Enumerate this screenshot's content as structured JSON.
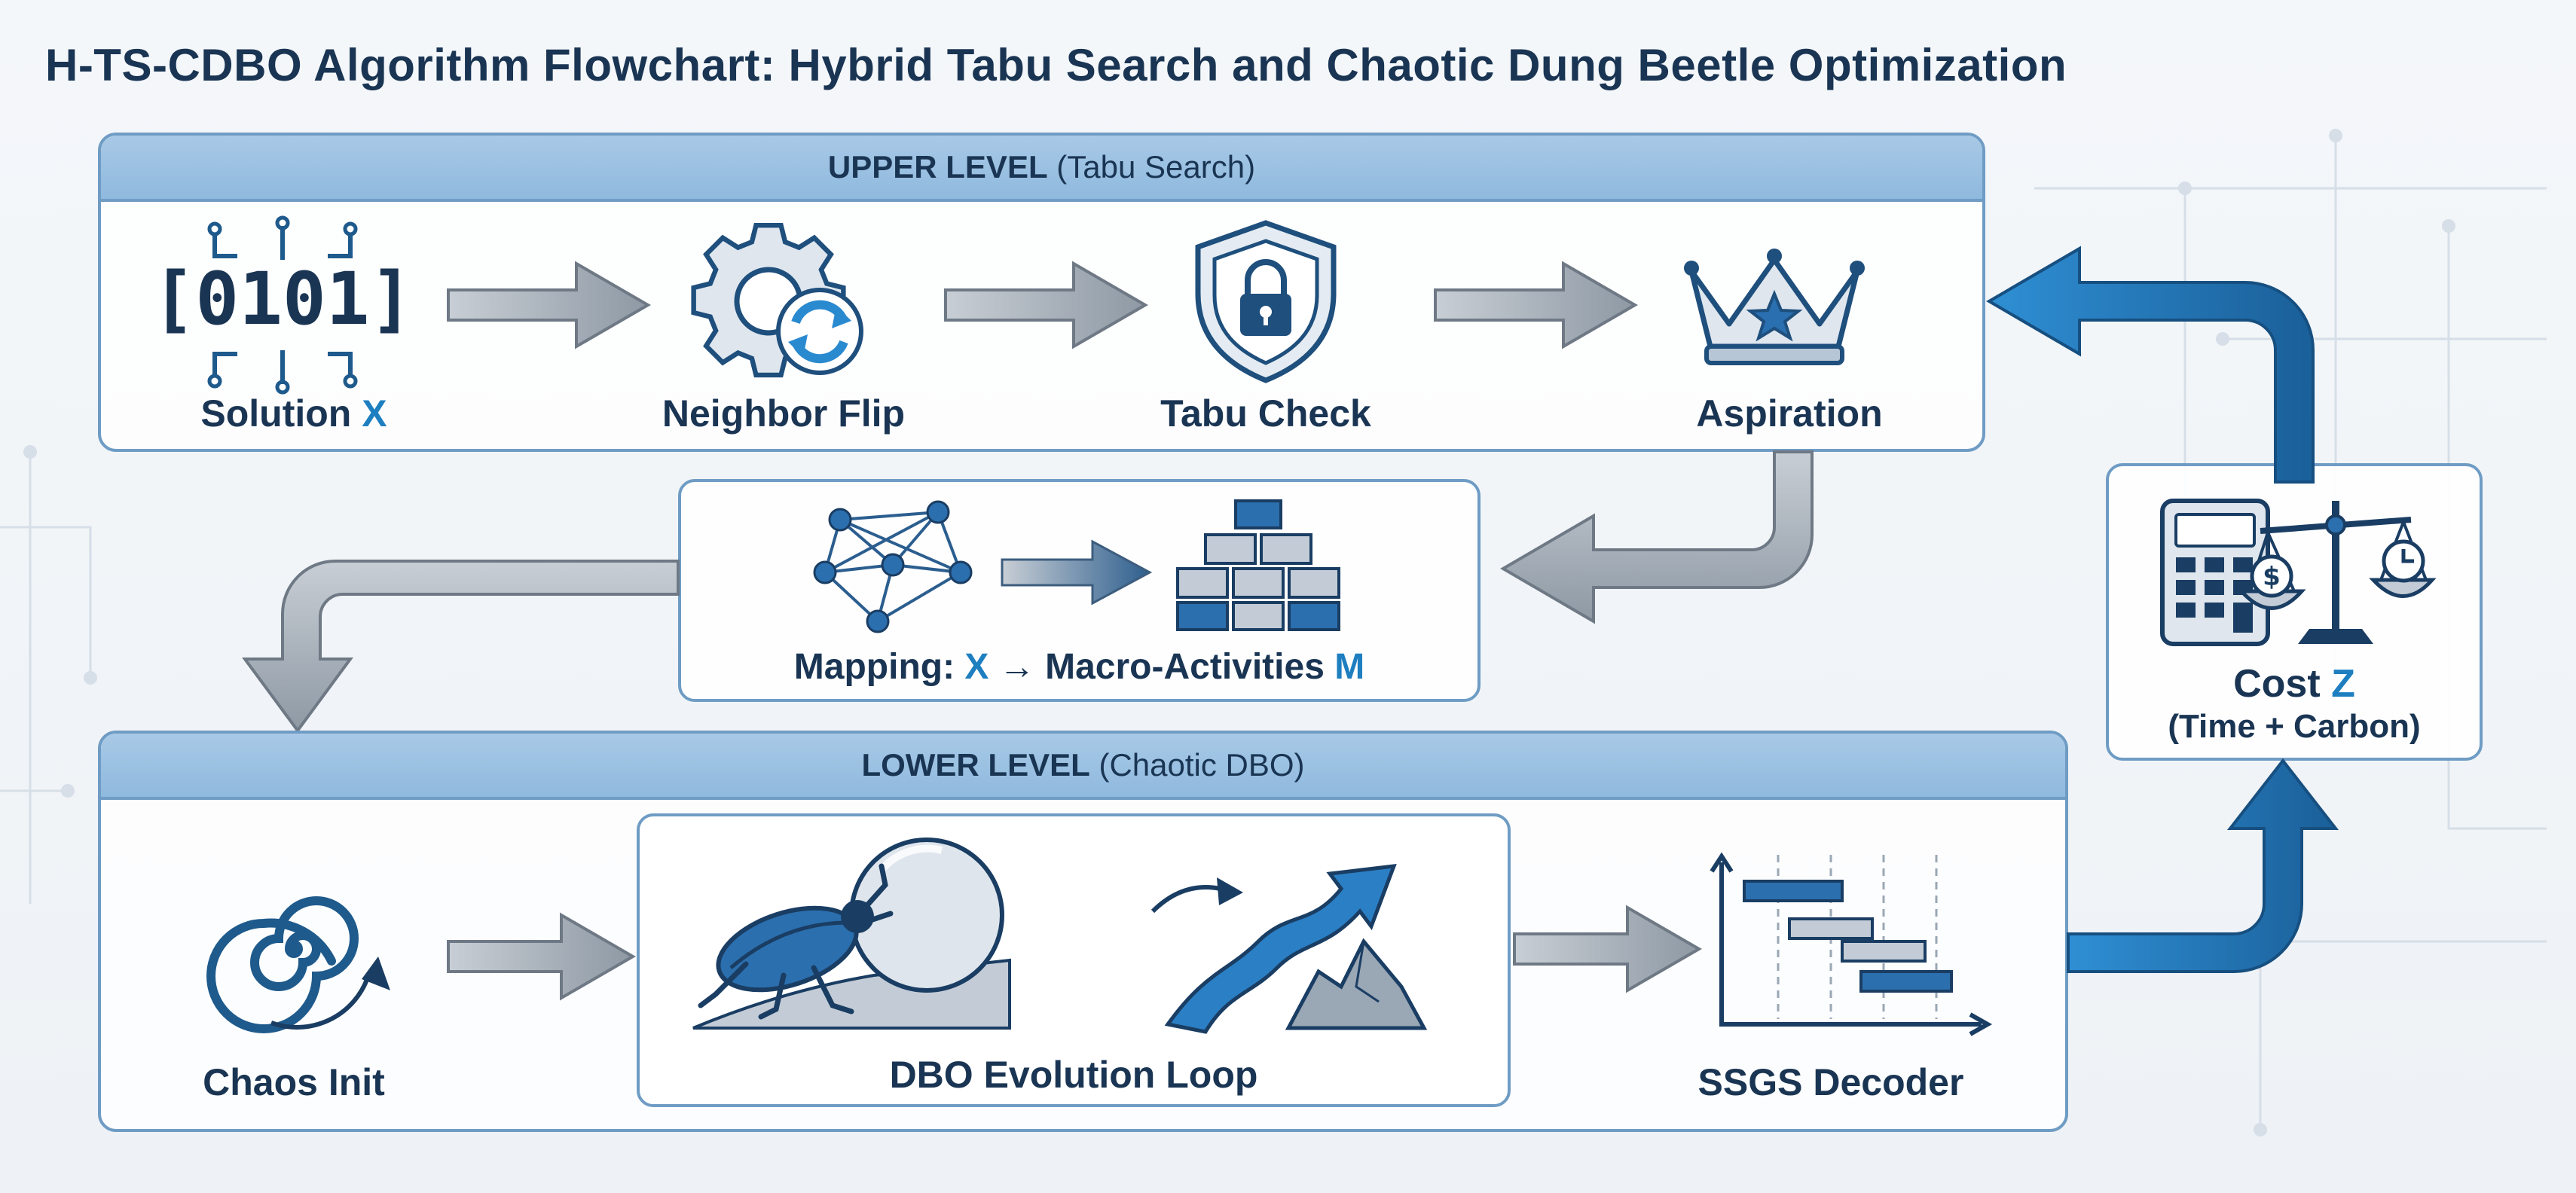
{
  "title": "H-TS-CDBO Algorithm Flowchart: Hybrid Tabu Search and Chaotic Dung Beetle Optimization",
  "upper": {
    "header_bold": "UPPER LEVEL",
    "header_sub": "(Tabu Search)",
    "solution_text": "Solution",
    "solution_var": "X",
    "binary": "[0101]",
    "neighbor": "Neighbor Flip",
    "tabu": "Tabu Check",
    "aspiration": "Aspiration"
  },
  "mapping": {
    "prefix": "Mapping:",
    "var_x": "X",
    "arrow": "→",
    "middle": "Macro-Activities",
    "var_m": "M"
  },
  "cost": {
    "title": "Cost",
    "var": "Z",
    "subtitle": "(Time + Carbon)"
  },
  "lower": {
    "header_bold": "LOWER LEVEL",
    "header_sub": "(Chaotic DBO)",
    "chaos": "Chaos Init",
    "dbo": "DBO Evolution Loop",
    "ssgs": "SSGS Decoder"
  },
  "colors": {
    "accent": "#1e7fc0",
    "panel_border": "#6f9cc4",
    "header_fill": "#9fc3e3",
    "dark_text": "#1a3553",
    "arrow_gray": "#8e99a4"
  },
  "icons": [
    "binary-code-icon",
    "gear-refresh-icon",
    "shield-lock-icon",
    "crown-icon",
    "network-graph-icon",
    "block-pyramid-icon",
    "calculator-scale-icon",
    "spiral-icon",
    "dung-beetle-icon",
    "evolution-arrow-icon",
    "gantt-chart-icon"
  ]
}
